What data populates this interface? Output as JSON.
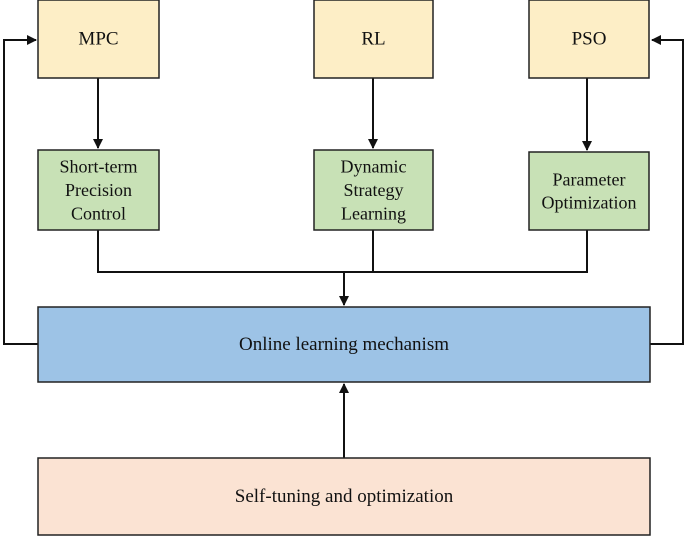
{
  "colors": {
    "algorithm_fill": "#fdeec6",
    "function_fill": "#c8e1b6",
    "mechanism_fill": "#9dc3e6",
    "base_fill": "#fbe3d3",
    "stroke": "#222222",
    "line": "#111111"
  },
  "nodes": {
    "mpc": {
      "lines": [
        "MPC"
      ]
    },
    "rl": {
      "lines": [
        "RL"
      ]
    },
    "pso": {
      "lines": [
        "PSO"
      ]
    },
    "short_term": {
      "lines": [
        "Short-term",
        "Precision",
        "Control"
      ]
    },
    "dynamic": {
      "lines": [
        "Dynamic",
        "Strategy",
        "Learning"
      ]
    },
    "parameter": {
      "lines": [
        "Parameter",
        "Optimization"
      ]
    },
    "online": {
      "lines": [
        "Online learning mechanism"
      ]
    },
    "self_tuning": {
      "lines": [
        "Self-tuning and optimization"
      ]
    }
  }
}
